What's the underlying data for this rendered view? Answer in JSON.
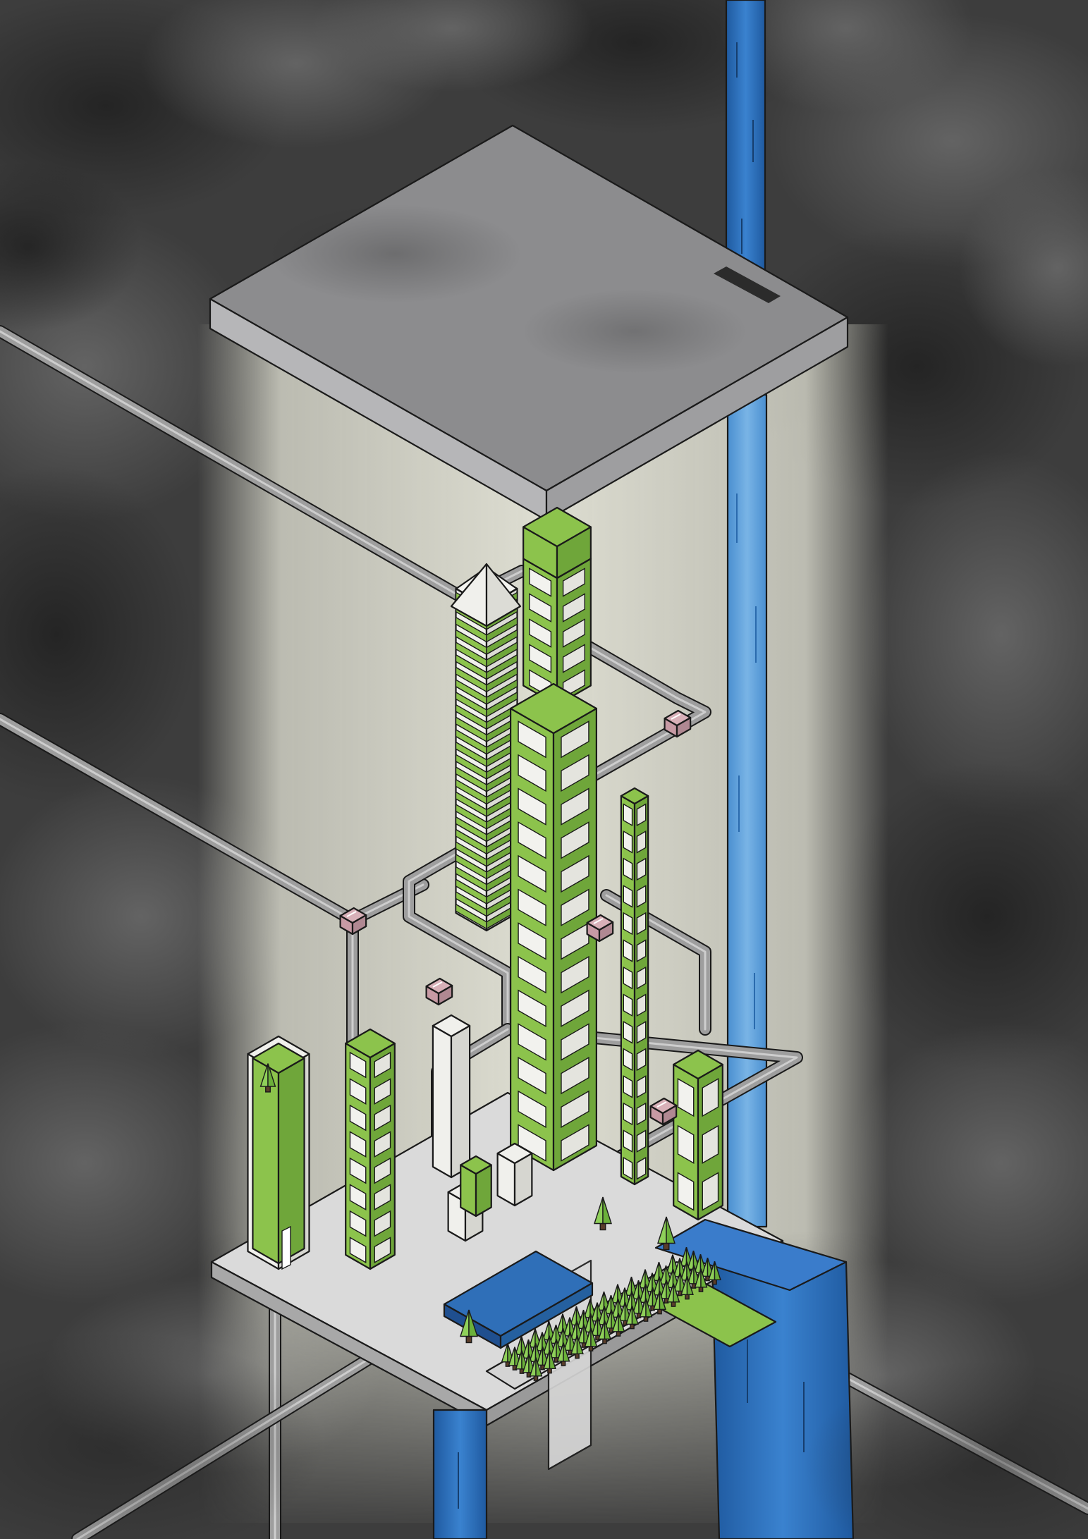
{
  "scene": {
    "description_label": "",
    "colors": {
      "sky_dark": "#2f2f2f",
      "sky_mid": "#5a5a5a",
      "light_beam": "#e4e4d6",
      "slab_top": "#8a8a8c",
      "slab_side": "#b3b3b5",
      "building_green": "#8cc34c",
      "building_green_dark": "#6fa63a",
      "building_white": "#f0f0ec",
      "water_blue": "#2f6fb8",
      "water_dark": "#1f4f8f",
      "pipe_gray": "#9a9a9a",
      "junction_pink": "#c79aa4",
      "tree_green": "#7fc34a",
      "trunk_brown": "#5a3d2a"
    },
    "icons": [
      "floating-slab",
      "waterfall",
      "skyscraper",
      "pipe-network",
      "pipe-junction",
      "tree-cluster",
      "pool"
    ]
  }
}
